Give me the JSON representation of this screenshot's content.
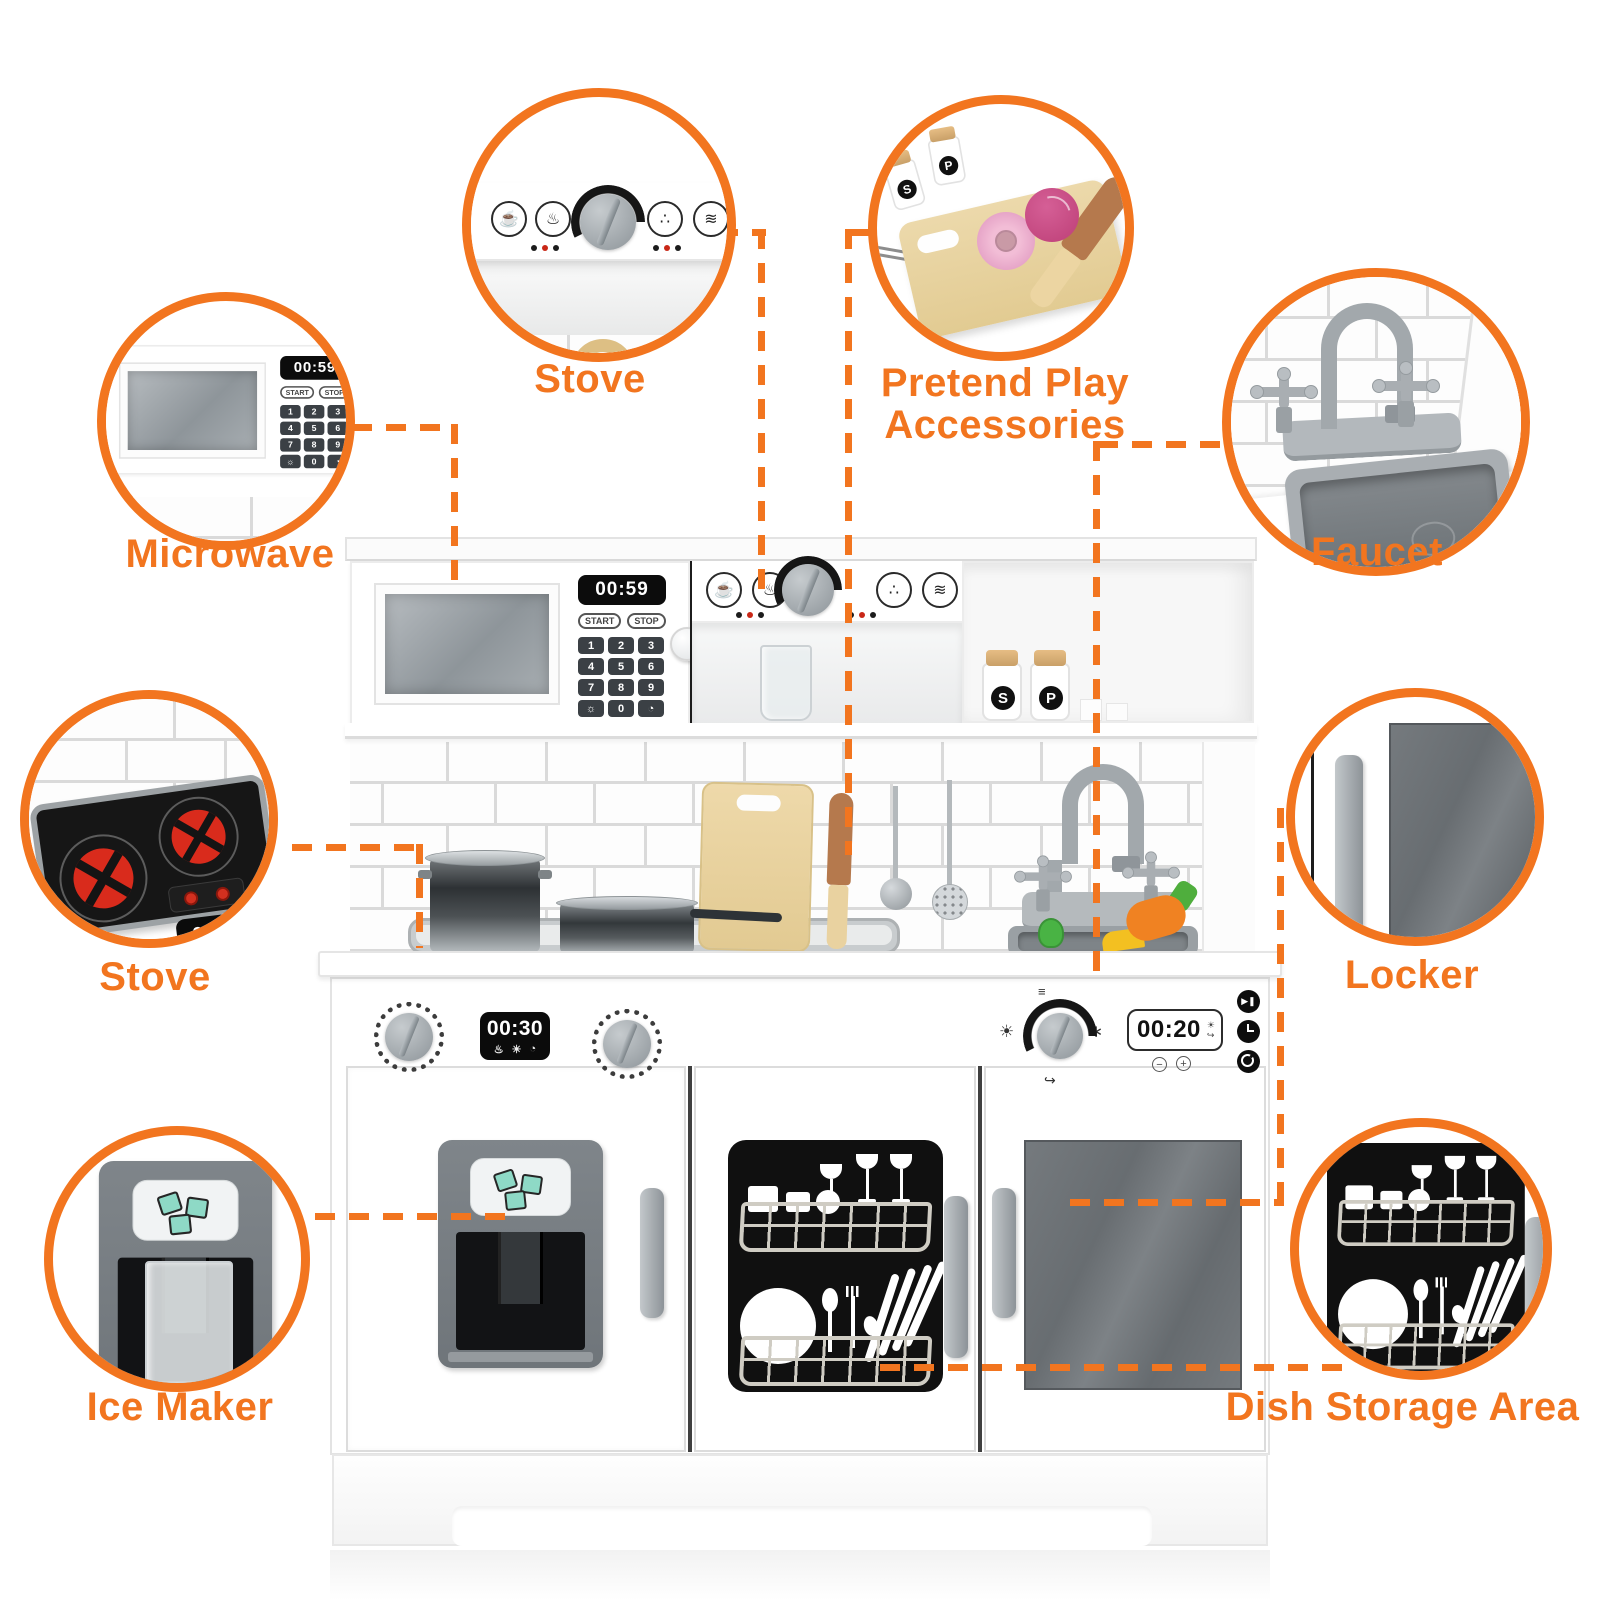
{
  "accent": "#F2751F",
  "callouts": {
    "stove_top": {
      "label": "Stove"
    },
    "accessories": {
      "line1": "Pretend Play",
      "line2": "Accessories"
    },
    "microwave": {
      "label": "Microwave"
    },
    "faucet": {
      "label": "Faucet"
    },
    "stove_left": {
      "label": "Stove"
    },
    "locker": {
      "label": "Locker"
    },
    "ice_maker": {
      "label": "Ice Maker"
    },
    "dish_storage": {
      "label": "Dish Storage Area"
    }
  },
  "microwave": {
    "display": "00:59",
    "start": "START",
    "stop": "STOP",
    "keys": [
      "1",
      "2",
      "3",
      "4",
      "5",
      "6",
      "7",
      "8",
      "9"
    ],
    "key_defrost": "☼",
    "key_zero": "0",
    "key_clock": "◔"
  },
  "stove_console": {
    "display": "00:30"
  },
  "sink_console": {
    "display": "00:20",
    "minus": "−",
    "plus": "+"
  },
  "shelf_jars": {
    "salt": "S",
    "pepper": "P"
  },
  "icons": {
    "cup": "☕",
    "pot": "♨",
    "beans": "∴",
    "hood": "≋",
    "sun": "☀",
    "spray": "∗",
    "grill": "≡",
    "faucet_arrow": "↪",
    "steam": "♨",
    "clock": "◔"
  }
}
